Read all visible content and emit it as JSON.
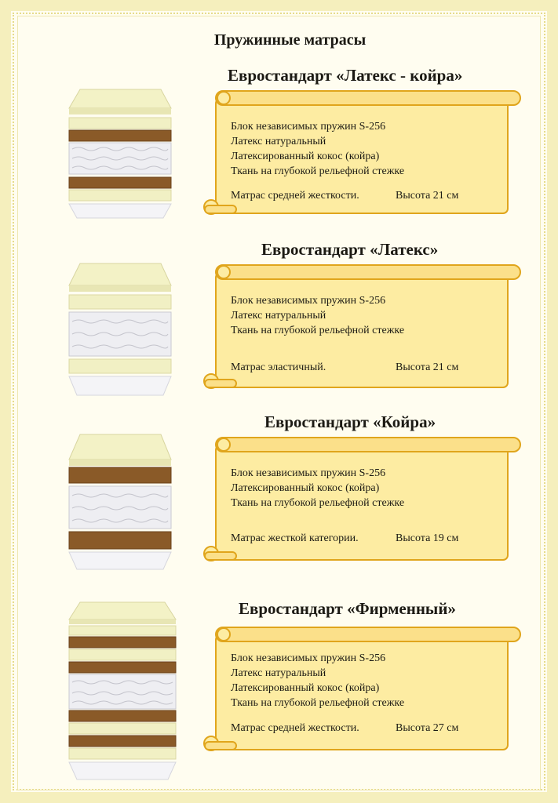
{
  "page_title": "Пружинные матрасы",
  "sections": [
    {
      "title": "Евростандарт «Латекс - койра»",
      "features": [
        "Блок независимых пружин S-256",
        "Латекс натуральный",
        "Латексированный кокос (койра)",
        "Ткань на глубокой рельефной стежке"
      ],
      "description": "Матрас средней жесткости.",
      "height": "Высота 21 см"
    },
    {
      "title": "Евростандарт «Латекс»",
      "features": [
        "Блок независимых пружин S-256",
        "Латекс натуральный",
        "Ткань на глубокой рельефной стежке"
      ],
      "description": "Матрас эластичный.",
      "height": "Высота 21 см"
    },
    {
      "title": "Евростандарт «Койра»",
      "features": [
        "Блок независимых пружин S-256",
        "Латексированный кокос (койра)",
        "Ткань на глубокой рельефной стежке"
      ],
      "description": "Матрас жесткой категории.",
      "height": "Высота 19 см"
    },
    {
      "title": "Евростандарт «Фирменный»",
      "features": [
        "Блок независимых пружин S-256",
        "Латекс натуральный",
        "Латексированный кокос (койра)",
        "Ткань на глубокой рельефной стежке"
      ],
      "description": "Матрас средней жесткости.",
      "height": "Высота 27 см"
    }
  ],
  "colors": {
    "scroll_fill": "#fdeca2",
    "scroll_edge": "#e0a51c",
    "latex": "#f2f1c4",
    "coir": "#8a5a28",
    "springs": "#eeeef2"
  }
}
